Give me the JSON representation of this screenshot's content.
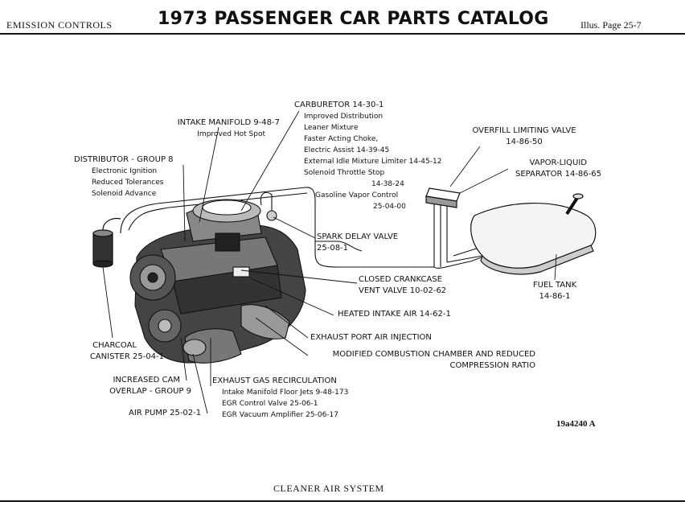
{
  "header": {
    "section": "EMISSION CONTROLS",
    "title": "1973 PASSENGER CAR PARTS CATALOG",
    "page": "Illus. Page 25-7"
  },
  "labels": {
    "carburetor": {
      "title": "CARBURETOR 14-30-1",
      "lines": [
        "Improved Distribution",
        "Leaner Mixture",
        "Faster Acting Choke,",
        "Electric Assist 14-39-45",
        "External Idle Mixture Limiter 14-45-12",
        "Solenoid Throttle Stop",
        "14-38-24",
        "Gasoline Vapor Control",
        "25-04-00"
      ]
    },
    "intake_manifold": {
      "title": "INTAKE MANIFOLD 9-48-7",
      "lines": [
        "Improved Hot Spot"
      ]
    },
    "distributor": {
      "title": "DISTRIBUTOR - GROUP 8",
      "lines": [
        "Electronic Ignition",
        "Reduced Tolerances",
        "Solenoid Advance"
      ]
    },
    "overfill_valve": {
      "lines": [
        "OVERFILL LIMITING VALVE",
        "14-86-50"
      ]
    },
    "vapor_separator": {
      "lines": [
        "VAPOR-LIQUID",
        "SEPARATOR 14-86-65"
      ]
    },
    "spark_delay": {
      "lines": [
        "SPARK DELAY VALVE",
        "25-08-1"
      ]
    },
    "crankcase_valve": {
      "lines": [
        "CLOSED CRANKCASE",
        "VENT VALVE 10-02-62"
      ]
    },
    "fuel_tank": {
      "lines": [
        "FUEL TANK",
        "14-86-1"
      ]
    },
    "heated_intake": {
      "lines": [
        "HEATED INTAKE AIR 14-62-1"
      ]
    },
    "exhaust_port": {
      "lines": [
        "EXHAUST PORT AIR INJECTION"
      ]
    },
    "combustion_chamber": {
      "lines": [
        "MODIFIED COMBUSTION CHAMBER AND REDUCED",
        "COMPRESSION RATIO"
      ]
    },
    "charcoal_canister": {
      "lines": [
        "CHARCOAL",
        "CANISTER 25-04-1"
      ]
    },
    "increased_cam": {
      "lines": [
        "INCREASED CAM",
        "OVERLAP - GROUP 9"
      ]
    },
    "egr": {
      "title": "EXHAUST GAS RECIRCULATION",
      "lines": [
        "Intake Manifold Floor Jets 9-48-173",
        "EGR Control Valve 25-06-1",
        "EGR Vacuum Amplifier 25-06-17"
      ]
    },
    "air_pump": {
      "lines": [
        "AIR PUMP 25-02-1"
      ]
    }
  },
  "figure_code": "19a4240 A",
  "caption": "CLEANER AIR SYSTEM"
}
